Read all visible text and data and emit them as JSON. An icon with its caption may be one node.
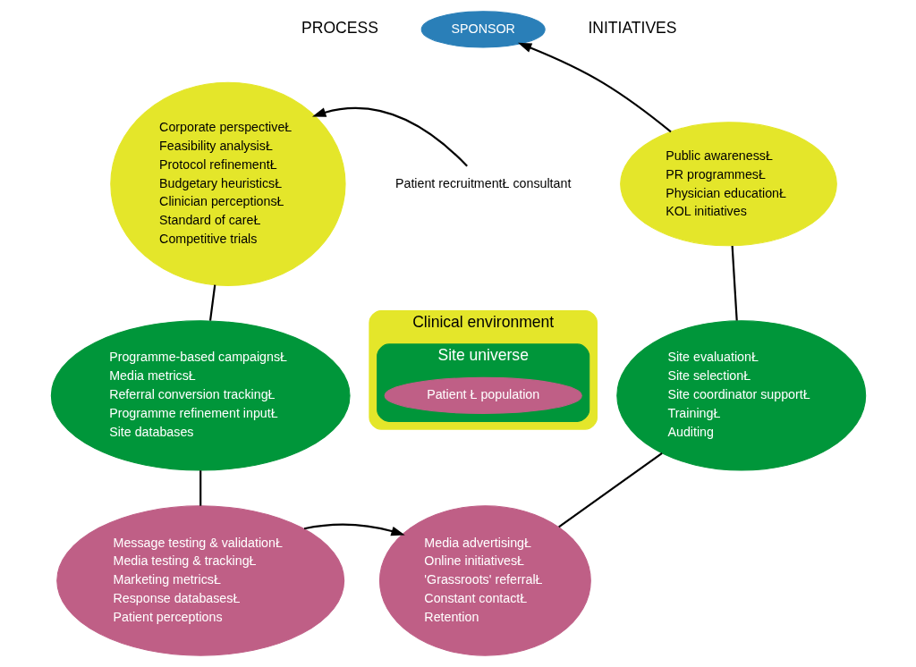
{
  "diagram": {
    "nodes": [
      {
        "text": [
          "SPONSOR"
        ]
      },
      {
        "text": [
          "Corporate perspectiveŁ",
          "Feasibility analysisŁ",
          "Protocol refinementŁ",
          "Budgetary heuristicsŁ",
          "Clinician perceptionsŁ",
          "Standard of careŁ",
          "Competitive trials"
        ]
      },
      {
        "text": [
          "Public awarenessŁ",
          "PR programmesŁ",
          "Physician educationŁ",
          "KOL initiatives"
        ]
      },
      {
        "text": [
          "Patient recruitmentŁ consultant"
        ]
      },
      {
        "text": [
          "Clinical environment"
        ]
      },
      {
        "text": [
          "Site universe"
        ],
        "in": 4
      },
      {
        "text": [
          "Patient Ł population"
        ],
        "in": 5
      },
      {
        "text": [
          "Programme-based campaignsŁ",
          "Media metricsŁ",
          "Referral conversion trackingŁ",
          "Programme refinement inputŁ",
          "Site databases"
        ]
      },
      {
        "text": [
          "Site evaluationŁ",
          "Site selectionŁ",
          "Site coordinator supportŁ",
          "TrainingŁ",
          "Auditing"
        ]
      },
      {
        "text": [
          "Message testing & validationŁ",
          "Media testing & trackingŁ",
          "Marketing metricsŁ",
          "Response databasesŁ",
          "Patient perceptions"
        ]
      },
      {
        "text": [
          "Media advertisingŁ",
          "Online initiativesŁ",
          "'Grassroots' referralŁ",
          "Constant contactŁ",
          "Retention"
        ]
      }
    ],
    "edges": [
      {
        "from": 2,
        "to": 0,
        "arrow": "to"
      },
      {
        "from": 3,
        "to": 1,
        "arrow": "to"
      },
      {
        "from": 1,
        "to": 7,
        "arrow": "none"
      },
      {
        "from": 7,
        "to": 9,
        "arrow": "none"
      },
      {
        "from": 2,
        "to": 8,
        "arrow": "none"
      },
      {
        "from": 8,
        "to": 10,
        "arrow": "none"
      },
      {
        "from": 9,
        "to": 10,
        "arrow": "to"
      }
    ],
    "labels": [
      "PROCESS",
      "INITIATIVES"
    ]
  }
}
